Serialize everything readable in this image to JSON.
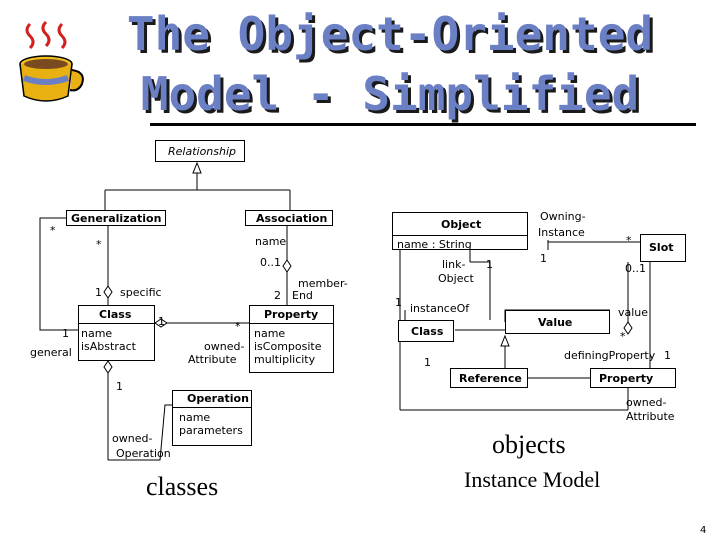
{
  "title": {
    "line1": "The Object-Oriented",
    "line2": "Model - Simplified"
  },
  "classes_diagram": {
    "relationship": "Relationship",
    "generalization": "Generalization",
    "association": "Association",
    "association_attr": "name",
    "class": "Class",
    "class_attr1": "name",
    "class_attr2": "isAbstract",
    "property": "Property",
    "property_attr1": "name",
    "property_attr2": "isComposite",
    "property_attr3": "multiplicity",
    "operation": "Operation",
    "operation_attr1": "name",
    "operation_attr2": "parameters",
    "role_general": "general",
    "role_specific": "specific",
    "role_member_end_1": "member-",
    "role_member_end_2": "End",
    "role_owned_attribute_1": "owned-",
    "role_owned_attribute_2": "Attribute",
    "role_owned_operation_1": "owned-",
    "role_owned_operation_2": "Operation",
    "mult_star": "*",
    "mult_one": "1",
    "mult_two": "2",
    "mult_zero_one": "0..1",
    "caption": "classes"
  },
  "instance_diagram": {
    "object": "Object",
    "object_attr": "name : String",
    "slot": "Slot",
    "class": "Class",
    "value": "Value",
    "reference": "Reference",
    "property": "Property",
    "role_owning_instance_1": "Owning-",
    "role_owning_instance_2": "Instance",
    "role_link_object_1": "link-",
    "role_link_object_2": "Object",
    "role_instance_of": "instanceOf",
    "role_value": "value",
    "role_defining_property": "definingProperty",
    "role_owned_attribute_1": "owned-",
    "role_owned_attribute_2": "Attribute",
    "mult_star": "*",
    "mult_one": "1",
    "mult_zero_one": "0..1",
    "caption1": "objects",
    "caption2": "Instance Model"
  },
  "page_number": "4",
  "icon": "coffee-cup-icon"
}
